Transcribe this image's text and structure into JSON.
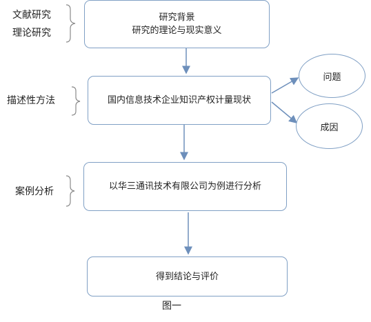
{
  "side_labels": {
    "literature": "文献研究",
    "theory": "理论研究",
    "descriptive": "描述性方法",
    "case": "案例分析"
  },
  "boxes": {
    "background_title": "研究背景",
    "background_sub": "研究的理论与现实意义",
    "status": "国内信息技术企业知识产权计量现状",
    "case_study": "以华三通讯技术有限公司为例进行分析",
    "conclusion": "得到结论与评价"
  },
  "ellipses": {
    "problem": "问题",
    "cause": "成因"
  },
  "caption": "图一",
  "colors": {
    "border": "#7f9fc4",
    "arrow": "#6d8fbb",
    "brace": "#8a8a8a"
  }
}
